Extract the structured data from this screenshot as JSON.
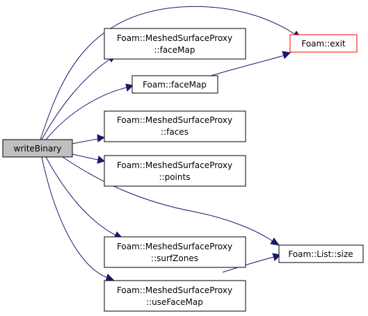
{
  "colors": {
    "edge": "#191970",
    "node_border": "#000000",
    "focus_fill": "#bfbfbf",
    "node_fill": "#ffffff",
    "highlight_border": "#ff0000"
  },
  "nodes": {
    "write_binary": [
      "writeBinary"
    ],
    "proxy_face_map": [
      "Foam::MeshedSurfaceProxy",
      "::faceMap"
    ],
    "foam_exit": [
      "Foam::exit"
    ],
    "foam_face_map": [
      "Foam::faceMap"
    ],
    "proxy_faces": [
      "Foam::MeshedSurfaceProxy",
      "::faces"
    ],
    "proxy_points": [
      "Foam::MeshedSurfaceProxy",
      "::points"
    ],
    "proxy_surf_zones": [
      "Foam::MeshedSurfaceProxy",
      "::surfZones"
    ],
    "list_size": [
      "Foam::List::size"
    ],
    "proxy_use_face_map": [
      "Foam::MeshedSurfaceProxy",
      "::useFaceMap"
    ]
  }
}
